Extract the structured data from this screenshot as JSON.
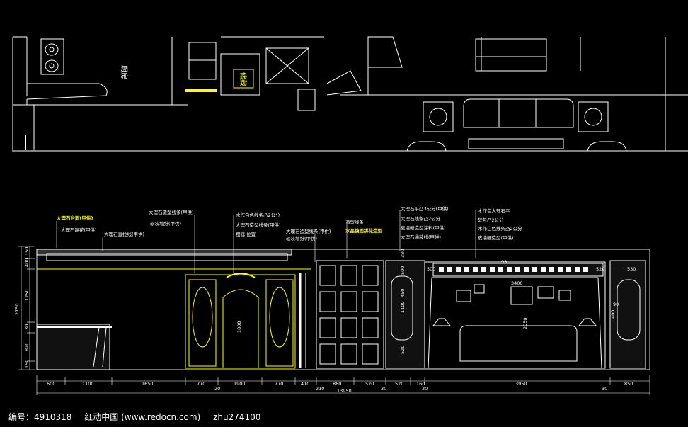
{
  "plan": {
    "room_kitchen": "厨房",
    "room_storage": "储藏"
  },
  "callouts": {
    "c1": "大理石台面(甲供)",
    "c2": "大理石踢花(甲供)",
    "c3": "大理石直拉线(甲供)",
    "c4": "大理石造型线条(甲供)",
    "c5": "软装墙纸(甲供)",
    "c6": "木作白色线条凸2公分",
    "c7": "大理石造型线条(甲供)",
    "c8": "摆器 位置",
    "c9": "大理石造型线条(甲供)",
    "c10": "软装墙纸(甲供)",
    "c11": "造型线条",
    "c12": "水晶镜面拼花造型",
    "c13": "大理石平凸3公分(甲供)",
    "c14": "大理石线条凸2公分",
    "c15": "皮墙硬造型涂料(甲供)",
    "c16": "大理石通装线(甲供)",
    "c17": "木作白大理石平",
    "c18": "软包凸2公分",
    "c19": "木作白色线条凸2公分",
    "c20": "皮墙硬造型(甲供)"
  },
  "dims": {
    "bottom": [
      "600",
      "1100",
      "1650",
      "770",
      "1900",
      "770",
      "410",
      "860",
      "520",
      "520",
      "160",
      "3950",
      "850"
    ],
    "bottom_small": [
      "20",
      "210",
      "30",
      "30",
      "30"
    ],
    "total": "13950",
    "left": [
      "150",
      "400",
      "1250",
      "30",
      "820",
      "150"
    ],
    "left_total": "2750",
    "door_h": "1800",
    "tv": {
      "t1": "380",
      "t2": "500",
      "t3": "500",
      "t4": "1100",
      "t5": "450",
      "t6": "520",
      "t7": "2050",
      "t8": "3400",
      "t9": "93",
      "t10": "520",
      "t11": "530",
      "t12": "400",
      "t13": "90"
    }
  },
  "footer": {
    "id": "编号：4910318",
    "site": "红动中国 (www.redocn.com)",
    "user": "zhu274100"
  }
}
